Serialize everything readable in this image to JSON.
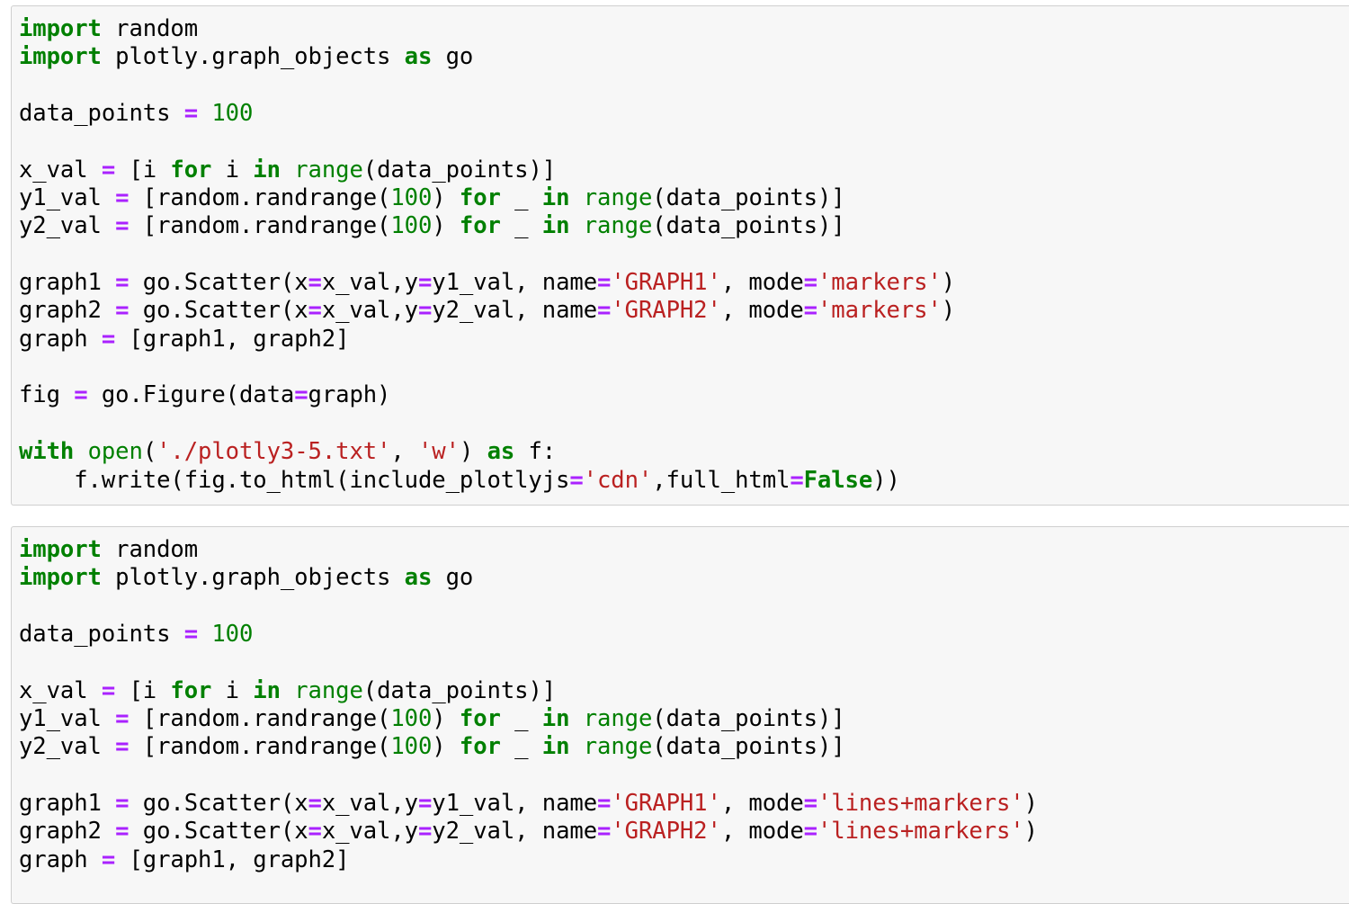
{
  "cells": [
    {
      "lines": [
        [
          {
            "t": "kw",
            "v": "import"
          },
          {
            "t": "",
            "v": " random"
          }
        ],
        [
          {
            "t": "kw",
            "v": "import"
          },
          {
            "t": "",
            "v": " plotly.graph_objects "
          },
          {
            "t": "kw",
            "v": "as"
          },
          {
            "t": "",
            "v": " go"
          }
        ],
        [],
        [
          {
            "t": "",
            "v": "data_points "
          },
          {
            "t": "op",
            "v": "="
          },
          {
            "t": "",
            "v": " "
          },
          {
            "t": "num",
            "v": "100"
          }
        ],
        [],
        [
          {
            "t": "",
            "v": "x_val "
          },
          {
            "t": "op",
            "v": "="
          },
          {
            "t": "",
            "v": " [i "
          },
          {
            "t": "kw",
            "v": "for"
          },
          {
            "t": "",
            "v": " i "
          },
          {
            "t": "kw",
            "v": "in"
          },
          {
            "t": "",
            "v": " "
          },
          {
            "t": "bi",
            "v": "range"
          },
          {
            "t": "",
            "v": "(data_points)]"
          }
        ],
        [
          {
            "t": "",
            "v": "y1_val "
          },
          {
            "t": "op",
            "v": "="
          },
          {
            "t": "",
            "v": " [random.randrange("
          },
          {
            "t": "num",
            "v": "100"
          },
          {
            "t": "",
            "v": ") "
          },
          {
            "t": "kw",
            "v": "for"
          },
          {
            "t": "",
            "v": " _ "
          },
          {
            "t": "kw",
            "v": "in"
          },
          {
            "t": "",
            "v": " "
          },
          {
            "t": "bi",
            "v": "range"
          },
          {
            "t": "",
            "v": "(data_points)]"
          }
        ],
        [
          {
            "t": "",
            "v": "y2_val "
          },
          {
            "t": "op",
            "v": "="
          },
          {
            "t": "",
            "v": " [random.randrange("
          },
          {
            "t": "num",
            "v": "100"
          },
          {
            "t": "",
            "v": ") "
          },
          {
            "t": "kw",
            "v": "for"
          },
          {
            "t": "",
            "v": " _ "
          },
          {
            "t": "kw",
            "v": "in"
          },
          {
            "t": "",
            "v": " "
          },
          {
            "t": "bi",
            "v": "range"
          },
          {
            "t": "",
            "v": "(data_points)]"
          }
        ],
        [],
        [
          {
            "t": "",
            "v": "graph1 "
          },
          {
            "t": "op",
            "v": "="
          },
          {
            "t": "",
            "v": " go.Scatter(x"
          },
          {
            "t": "op",
            "v": "="
          },
          {
            "t": "",
            "v": "x_val,y"
          },
          {
            "t": "op",
            "v": "="
          },
          {
            "t": "",
            "v": "y1_val, name"
          },
          {
            "t": "op",
            "v": "="
          },
          {
            "t": "str",
            "v": "'GRAPH1'"
          },
          {
            "t": "",
            "v": ", mode"
          },
          {
            "t": "op",
            "v": "="
          },
          {
            "t": "str",
            "v": "'markers'"
          },
          {
            "t": "",
            "v": ")"
          }
        ],
        [
          {
            "t": "",
            "v": "graph2 "
          },
          {
            "t": "op",
            "v": "="
          },
          {
            "t": "",
            "v": " go.Scatter(x"
          },
          {
            "t": "op",
            "v": "="
          },
          {
            "t": "",
            "v": "x_val,y"
          },
          {
            "t": "op",
            "v": "="
          },
          {
            "t": "",
            "v": "y2_val, name"
          },
          {
            "t": "op",
            "v": "="
          },
          {
            "t": "str",
            "v": "'GRAPH2'"
          },
          {
            "t": "",
            "v": ", mode"
          },
          {
            "t": "op",
            "v": "="
          },
          {
            "t": "str",
            "v": "'markers'"
          },
          {
            "t": "",
            "v": ")"
          }
        ],
        [
          {
            "t": "",
            "v": "graph "
          },
          {
            "t": "op",
            "v": "="
          },
          {
            "t": "",
            "v": " [graph1, graph2]"
          }
        ],
        [],
        [
          {
            "t": "",
            "v": "fig "
          },
          {
            "t": "op",
            "v": "="
          },
          {
            "t": "",
            "v": " go.Figure(data"
          },
          {
            "t": "op",
            "v": "="
          },
          {
            "t": "",
            "v": "graph)"
          }
        ],
        [],
        [
          {
            "t": "kw",
            "v": "with"
          },
          {
            "t": "",
            "v": " "
          },
          {
            "t": "bi",
            "v": "open"
          },
          {
            "t": "",
            "v": "("
          },
          {
            "t": "str",
            "v": "'./plotly3-5.txt'"
          },
          {
            "t": "",
            "v": ", "
          },
          {
            "t": "str",
            "v": "'w'"
          },
          {
            "t": "",
            "v": ") "
          },
          {
            "t": "kw",
            "v": "as"
          },
          {
            "t": "",
            "v": " f:"
          }
        ],
        [
          {
            "t": "",
            "v": "    f.write(fig.to_html(include_plotlyjs"
          },
          {
            "t": "op",
            "v": "="
          },
          {
            "t": "str",
            "v": "'cdn'"
          },
          {
            "t": "",
            "v": ",full_html"
          },
          {
            "t": "op",
            "v": "="
          },
          {
            "t": "kw",
            "v": "False"
          },
          {
            "t": "",
            "v": "))"
          }
        ]
      ]
    },
    {
      "lines": [
        [
          {
            "t": "kw",
            "v": "import"
          },
          {
            "t": "",
            "v": " random"
          }
        ],
        [
          {
            "t": "kw",
            "v": "import"
          },
          {
            "t": "",
            "v": " plotly.graph_objects "
          },
          {
            "t": "kw",
            "v": "as"
          },
          {
            "t": "",
            "v": " go"
          }
        ],
        [],
        [
          {
            "t": "",
            "v": "data_points "
          },
          {
            "t": "op",
            "v": "="
          },
          {
            "t": "",
            "v": " "
          },
          {
            "t": "num",
            "v": "100"
          }
        ],
        [],
        [
          {
            "t": "",
            "v": "x_val "
          },
          {
            "t": "op",
            "v": "="
          },
          {
            "t": "",
            "v": " [i "
          },
          {
            "t": "kw",
            "v": "for"
          },
          {
            "t": "",
            "v": " i "
          },
          {
            "t": "kw",
            "v": "in"
          },
          {
            "t": "",
            "v": " "
          },
          {
            "t": "bi",
            "v": "range"
          },
          {
            "t": "",
            "v": "(data_points)]"
          }
        ],
        [
          {
            "t": "",
            "v": "y1_val "
          },
          {
            "t": "op",
            "v": "="
          },
          {
            "t": "",
            "v": " [random.randrange("
          },
          {
            "t": "num",
            "v": "100"
          },
          {
            "t": "",
            "v": ") "
          },
          {
            "t": "kw",
            "v": "for"
          },
          {
            "t": "",
            "v": " _ "
          },
          {
            "t": "kw",
            "v": "in"
          },
          {
            "t": "",
            "v": " "
          },
          {
            "t": "bi",
            "v": "range"
          },
          {
            "t": "",
            "v": "(data_points)]"
          }
        ],
        [
          {
            "t": "",
            "v": "y2_val "
          },
          {
            "t": "op",
            "v": "="
          },
          {
            "t": "",
            "v": " [random.randrange("
          },
          {
            "t": "num",
            "v": "100"
          },
          {
            "t": "",
            "v": ") "
          },
          {
            "t": "kw",
            "v": "for"
          },
          {
            "t": "",
            "v": " _ "
          },
          {
            "t": "kw",
            "v": "in"
          },
          {
            "t": "",
            "v": " "
          },
          {
            "t": "bi",
            "v": "range"
          },
          {
            "t": "",
            "v": "(data_points)]"
          }
        ],
        [],
        [
          {
            "t": "",
            "v": "graph1 "
          },
          {
            "t": "op",
            "v": "="
          },
          {
            "t": "",
            "v": " go.Scatter(x"
          },
          {
            "t": "op",
            "v": "="
          },
          {
            "t": "",
            "v": "x_val,y"
          },
          {
            "t": "op",
            "v": "="
          },
          {
            "t": "",
            "v": "y1_val, name"
          },
          {
            "t": "op",
            "v": "="
          },
          {
            "t": "str",
            "v": "'GRAPH1'"
          },
          {
            "t": "",
            "v": ", mode"
          },
          {
            "t": "op",
            "v": "="
          },
          {
            "t": "str",
            "v": "'lines+markers'"
          },
          {
            "t": "",
            "v": ")"
          }
        ],
        [
          {
            "t": "",
            "v": "graph2 "
          },
          {
            "t": "op",
            "v": "="
          },
          {
            "t": "",
            "v": " go.Scatter(x"
          },
          {
            "t": "op",
            "v": "="
          },
          {
            "t": "",
            "v": "x_val,y"
          },
          {
            "t": "op",
            "v": "="
          },
          {
            "t": "",
            "v": "y2_val, name"
          },
          {
            "t": "op",
            "v": "="
          },
          {
            "t": "str",
            "v": "'GRAPH2'"
          },
          {
            "t": "",
            "v": ", mode"
          },
          {
            "t": "op",
            "v": "="
          },
          {
            "t": "str",
            "v": "'lines+markers'"
          },
          {
            "t": "",
            "v": ")"
          }
        ],
        [
          {
            "t": "",
            "v": "graph "
          },
          {
            "t": "op",
            "v": "="
          },
          {
            "t": "",
            "v": " [graph1, graph2]"
          }
        ]
      ]
    }
  ],
  "colors": {
    "keyword": "#008000",
    "operator": "#aa22ff",
    "string": "#ba2121",
    "cell_bg": "#f7f7f7",
    "cell_border": "#cfcfcf"
  }
}
